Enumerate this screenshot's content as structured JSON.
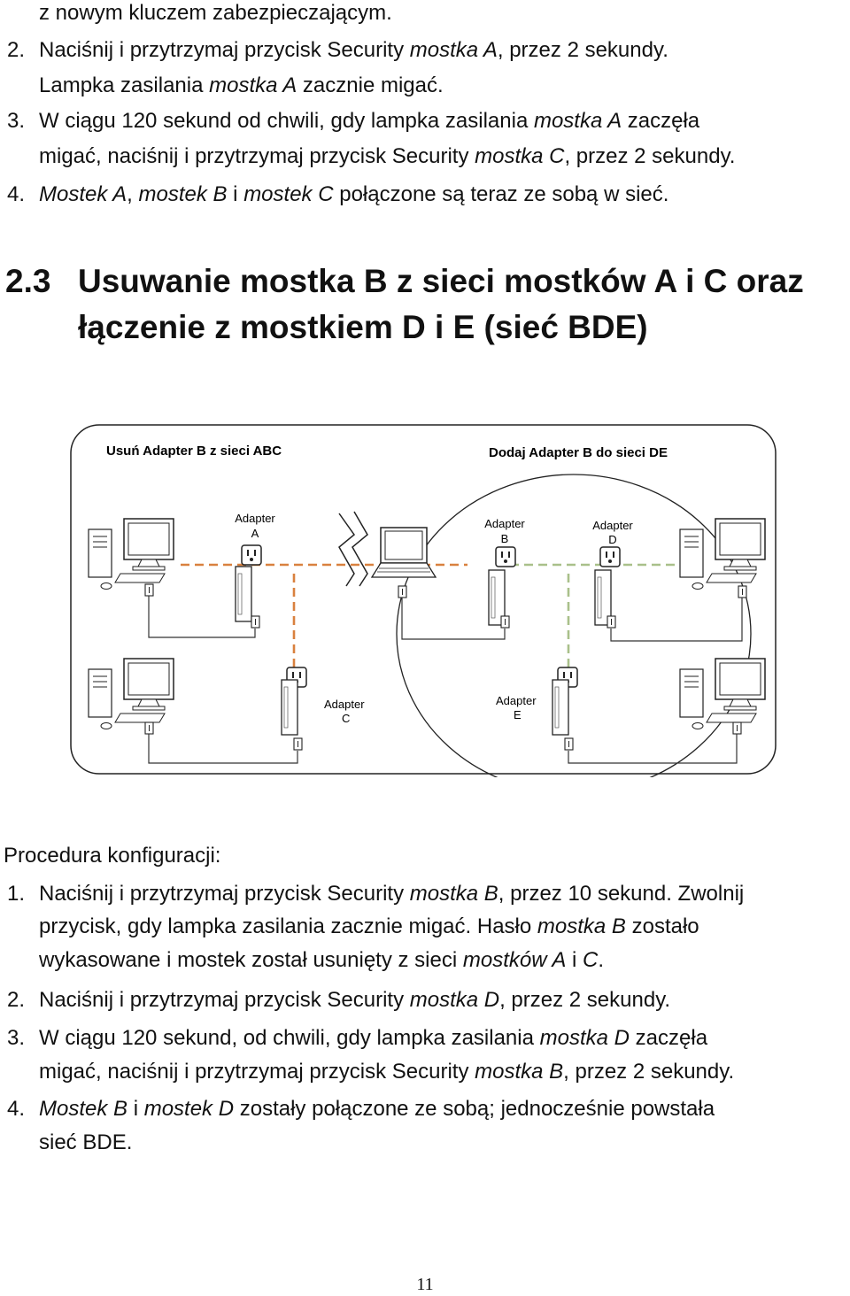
{
  "top": {
    "l0": "z nowym kluczem zabezpieczającym.",
    "s2": {
      "num": "2.",
      "a": "Naciśnij i przytrzymaj przycisk Security ",
      "b": "mostka A",
      "c": ", przez 2 sekundy."
    },
    "s2b": {
      "a": "Lampka zasilania ",
      "b": "mostka A",
      "c": " zacznie migać."
    },
    "s3": {
      "num": "3.",
      "a": "W ciągu 120 sekund od chwili, gdy lampka zasilania ",
      "b": "mostka A",
      "c": " zaczęła"
    },
    "s3b": {
      "a": "migać, naciśnij i przytrzymaj przycisk Security ",
      "b": "mostka C",
      "c": ", przez 2 sekundy."
    },
    "s4": {
      "num": "4.",
      "a": "Mostek A",
      "b": ", ",
      "c": "mostek B",
      "d": " i ",
      "e": "mostek C",
      "f": " połączone są teraz ze sobą w sieć."
    }
  },
  "heading": {
    "num": "2.3",
    "line1": "Usuwanie mostka B z sieci mostków A i C oraz",
    "line2": "łączenie z mostkiem D i E (sieć BDE)"
  },
  "diagram": {
    "left_title": "Usuń Adapter B z sieci ABC",
    "right_title": "Dodaj Adapter B do sieci DE",
    "adapters": {
      "A": [
        "Adapter",
        "A"
      ],
      "B": [
        "Adapter",
        "B"
      ],
      "D": [
        "Adapter",
        "D"
      ],
      "C": [
        "Adapter",
        "C"
      ],
      "E": [
        "Adapter",
        "E"
      ]
    },
    "colors": {
      "abc_line": "#d9813f",
      "de_line": "#a9c08a",
      "cable": "#333333"
    }
  },
  "procedure": {
    "title": "Procedura konfiguracji:",
    "p1": {
      "num": "1.",
      "a": "Naciśnij i przytrzymaj przycisk Security ",
      "b": "mostka B",
      "c": ", przez 10 sekund. Zwolnij"
    },
    "p1b": {
      "a": "przycisk, gdy lampka zasilania zacznie migać. Hasło ",
      "b": "mostka B",
      "c": " zostało"
    },
    "p1c": {
      "a": "wykasowane i mostek został usunięty z sieci ",
      "b": "mostków A",
      "c": " i ",
      "d": "C",
      "e": "."
    },
    "p2": {
      "num": "2.",
      "a": "Naciśnij i przytrzymaj przycisk Security ",
      "b": "mostka D",
      "c": ", przez 2 sekundy."
    },
    "p3": {
      "num": "3.",
      "a": "W ciągu 120 sekund, od chwili, gdy lampka zasilania ",
      "b": "mostka D",
      "c": " zaczęła"
    },
    "p3b": {
      "a": "migać, naciśnij i przytrzymaj przycisk Security ",
      "b": "mostka B",
      "c": ", przez 2 sekundy."
    },
    "p4": {
      "num": "4.",
      "a": "Mostek B",
      "b": " i ",
      "c": "mostek D",
      "d": " zostały połączone ze sobą; jednocześnie powstała"
    },
    "p4b": {
      "a": "sieć BDE."
    }
  },
  "page_number": "11"
}
